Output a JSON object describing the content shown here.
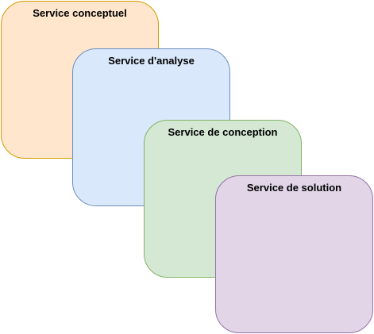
{
  "boxes": [
    {
      "label": "Service conceptuel",
      "fill": "#ffe6cc",
      "stroke": "#d79b00"
    },
    {
      "label": "Service d'analyse",
      "fill": "#dae8fc",
      "stroke": "#6c8ebf"
    },
    {
      "label": "Service de conception",
      "fill": "#d5e8d4",
      "stroke": "#82b366"
    },
    {
      "label": "Service de solution",
      "fill": "#e1d5e7",
      "stroke": "#9673a6"
    }
  ]
}
